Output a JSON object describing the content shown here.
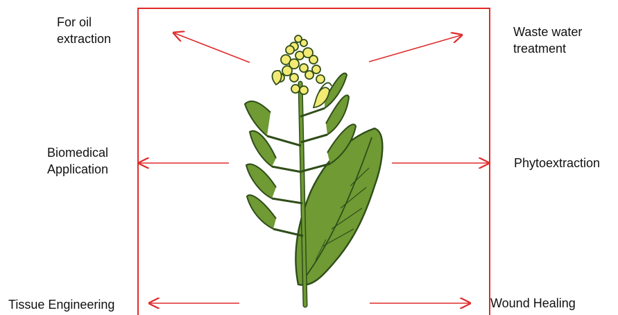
{
  "labels": {
    "oil": [
      "For oil",
      "extraction"
    ],
    "waste": [
      "Waste water",
      "treatment"
    ],
    "bio": [
      "Biomedical",
      "Application"
    ],
    "phyto": "Phytoextraction",
    "tissue": "Tissue Engineering",
    "wound": "Wound Healing"
  },
  "colors": {
    "frame": "#e02a2a",
    "arrow": "#e02a2a",
    "stem": "#6f9a34",
    "leaf": "#6f9a34",
    "leaf_dark": "#2f4d19",
    "flower": "#f2ea74"
  }
}
